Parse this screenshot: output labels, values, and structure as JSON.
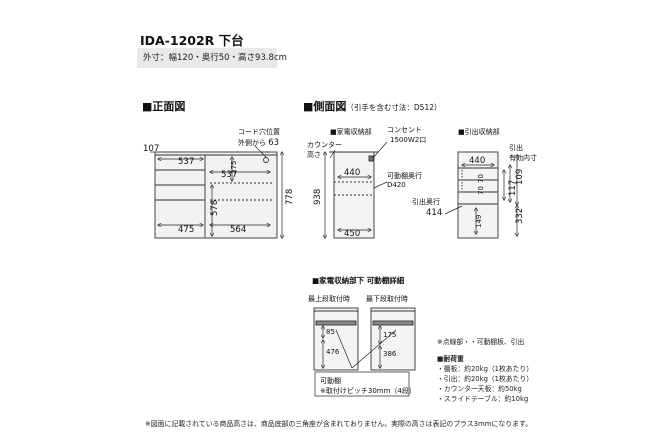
{
  "title": "IDA-1202R 下台",
  "dimensions": "外寸：幅120・奥行50・高さ93.8cm",
  "front": {
    "heading": "■正面図",
    "cord_label_1": "コード穴位置",
    "cord_label_2": "外側から",
    "cord_value": "63",
    "d107": "107",
    "d537a": "537",
    "d537b": "537",
    "d275": "275",
    "d578": "578",
    "d778": "778",
    "d475": "475",
    "d564": "564"
  },
  "side": {
    "heading": "■側面図",
    "heading_note": "（引手を含む寸法：D512）",
    "appliance_label": "■家電収納部",
    "outlet_label_1": "コンセント",
    "outlet_label_2": "1500W2口",
    "counter_label_1": "カウンター",
    "counter_label_2": "高さ",
    "shelf_label_1": "可動棚奥行",
    "shelf_label_2": "D420",
    "d440": "440",
    "d938": "938",
    "d450": "450",
    "drawer_label": "■引出収納部",
    "drawer_inner_1": "引出",
    "drawer_inner_2": "有効内寸",
    "drawer_depth_label": "引出奥行",
    "d414": "414",
    "d440b": "440",
    "d109": "109",
    "d117": "117",
    "d332": "332",
    "d70a": "70",
    "d70b": "70",
    "d149": "149"
  },
  "detail": {
    "heading": "■家電収納部下 可動棚詳細",
    "upper_label": "最上段取付時",
    "lower_label": "最下段取付時",
    "d85": "85",
    "d476": "476",
    "d175": "175",
    "d386": "386",
    "shelf_note_1": "可動棚",
    "shelf_note_2": "※取付けピッチ30mm（4段）"
  },
  "notes": {
    "dotted": "※点線部・・可動棚板、引出",
    "load_heading": "■耐荷重",
    "load_items": [
      "・棚板：約20kg（1枚あたり）",
      "・引出：約20kg（1枚あたり）",
      "・カウンター天板：約50kg",
      "・スライドテーブル：約10kg"
    ]
  },
  "footer": "※図面に記載されている商品高さは、商品底部の三角座が含まれておりません。実際の高さは表記のプラス3mmになります。"
}
